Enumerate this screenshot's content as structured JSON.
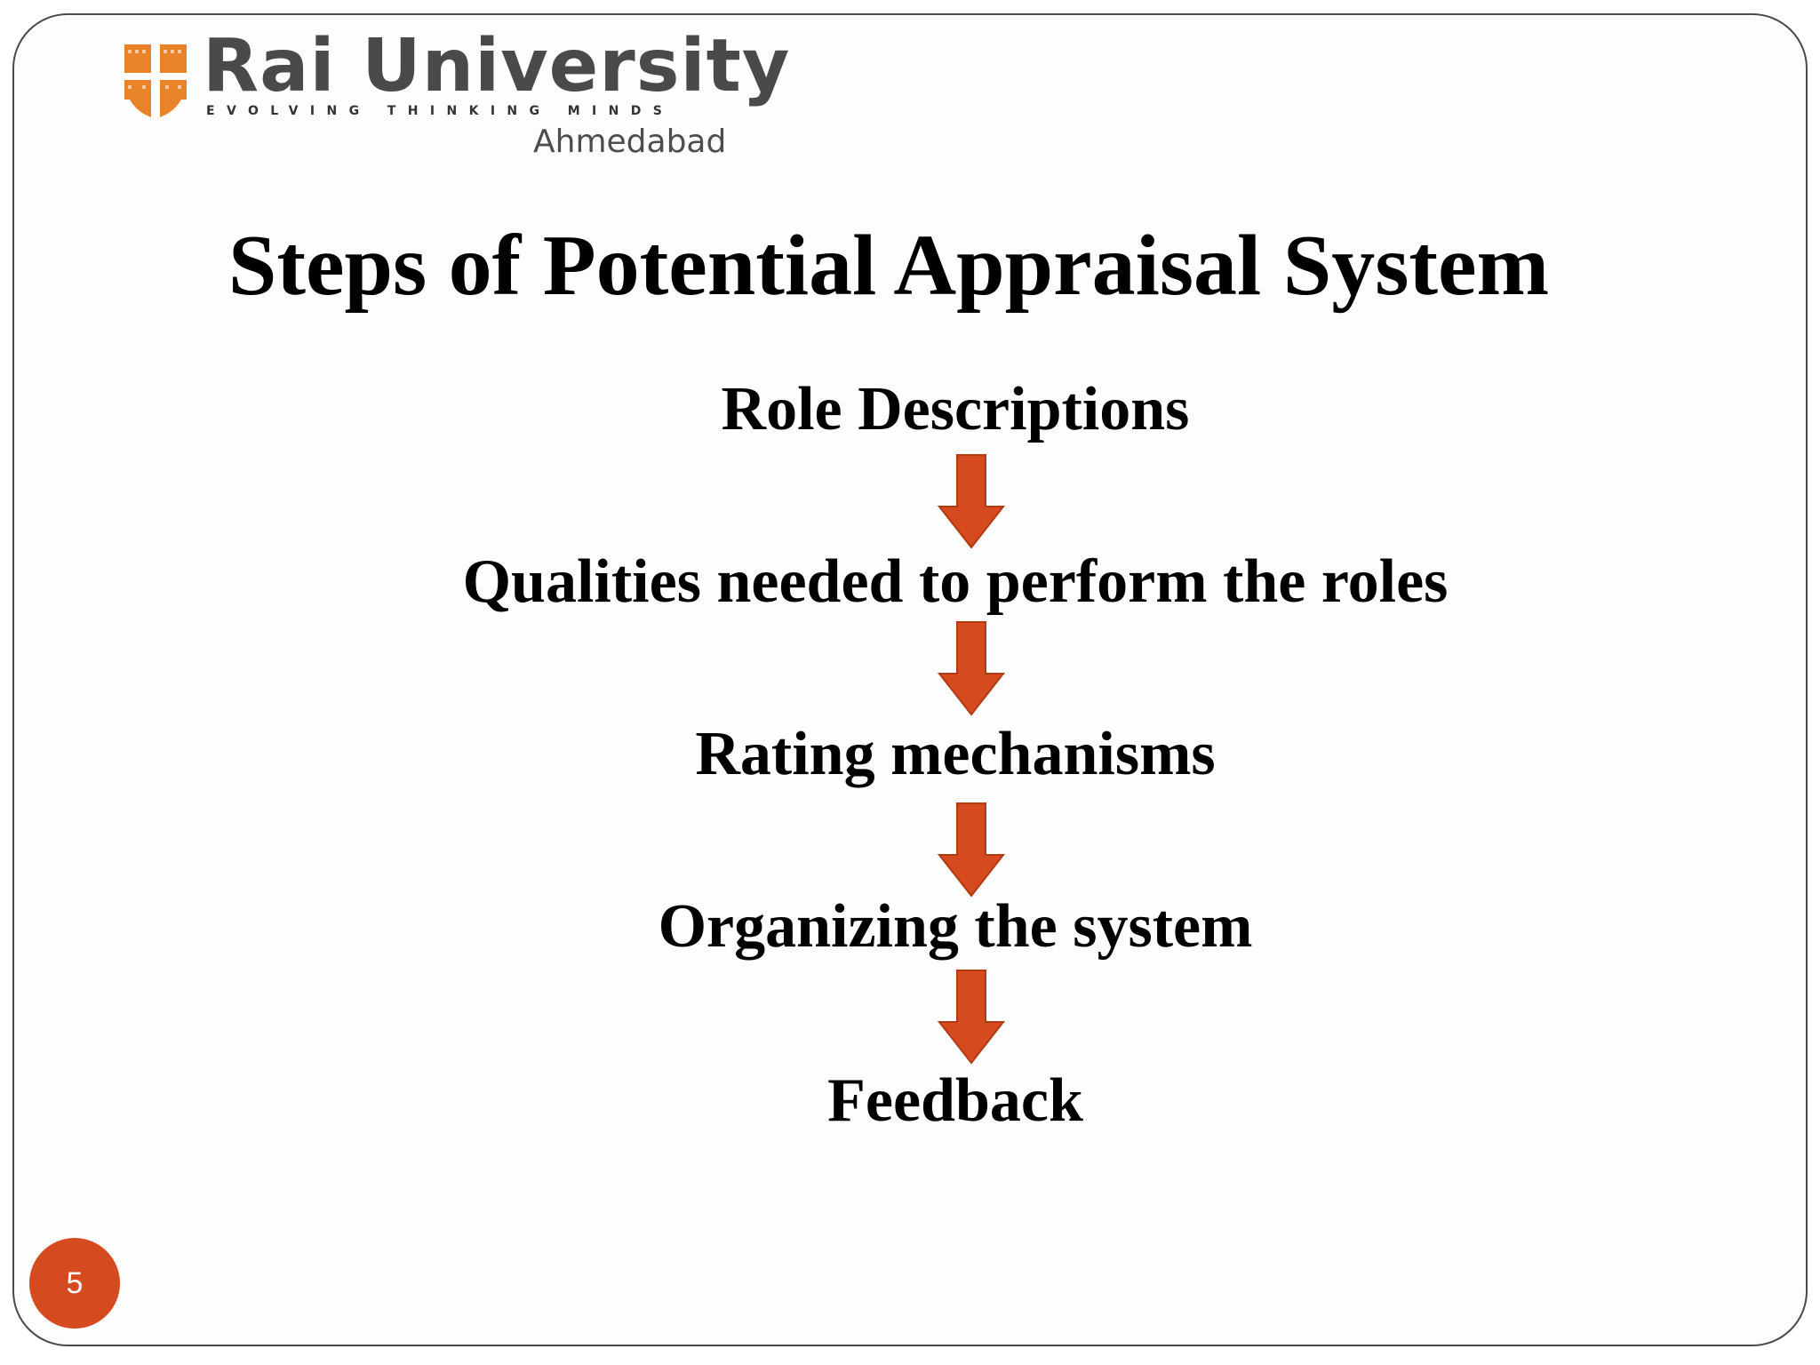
{
  "logo": {
    "name": "Rai University",
    "tagline": "EVOLVING THINKING MINDS",
    "city": "Ahmedabad"
  },
  "slide": {
    "title": "Steps of Potential Appraisal System",
    "steps": [
      "Role Descriptions",
      "Qualities needed to perform the roles",
      "Rating mechanisms",
      "Organizing the system",
      "Feedback"
    ],
    "number": "5"
  },
  "colors": {
    "accent": "#d54a1e",
    "logo_orange": "#e8832a",
    "frame": "#4a4a4a"
  },
  "icons": {
    "step_connector": "down-arrow-icon",
    "logo_mark": "university-crest-icon"
  }
}
